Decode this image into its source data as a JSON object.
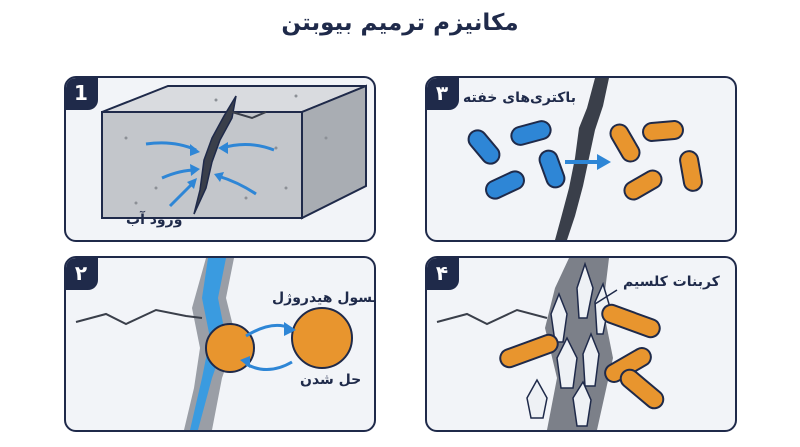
{
  "title": "مکانیزم ترمیم بیوبتن",
  "panels": [
    {
      "number": "1",
      "labels": {
        "water": "ورود آب"
      }
    },
    {
      "number": "۳",
      "labels": {
        "dormant": "باکتری‌های خفته"
      }
    },
    {
      "number": "۲",
      "labels": {
        "capsule": "کپسول هیدروژل",
        "dissolve": "حل شدن"
      }
    },
    {
      "number": "۴",
      "labels": {
        "calcium": "کربنات کلسیم"
      }
    }
  ],
  "colors": {
    "navy": "#1f2a4a",
    "blue": "#2e86d6",
    "orange": "#e8952e",
    "concrete": "#c9ccd1",
    "water": "#3a9be0"
  }
}
